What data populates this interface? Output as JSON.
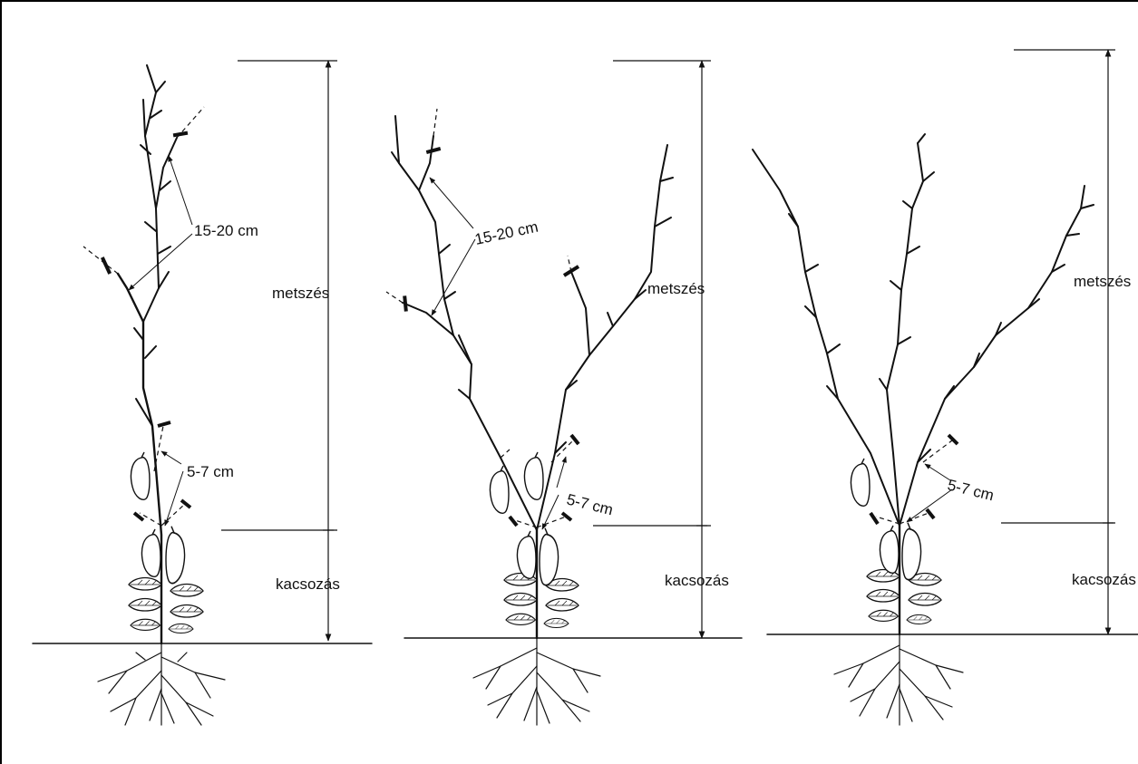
{
  "figure": {
    "panels": [
      {
        "id": "panel-1",
        "shoot_spacing_label": "15-20 cm",
        "bud_spacing_label": "5-7 cm",
        "pruning_label": "metszés",
        "suckering_label": "kacsozás"
      },
      {
        "id": "panel-2",
        "shoot_spacing_label": "15-20 cm",
        "bud_spacing_label": "5-7 cm",
        "pruning_label": "metszés",
        "suckering_label": "kacsozás"
      },
      {
        "id": "panel-3",
        "bud_spacing_label": "5-7 cm",
        "pruning_label": "metszés",
        "suckering_label": "kacsozás"
      }
    ]
  }
}
